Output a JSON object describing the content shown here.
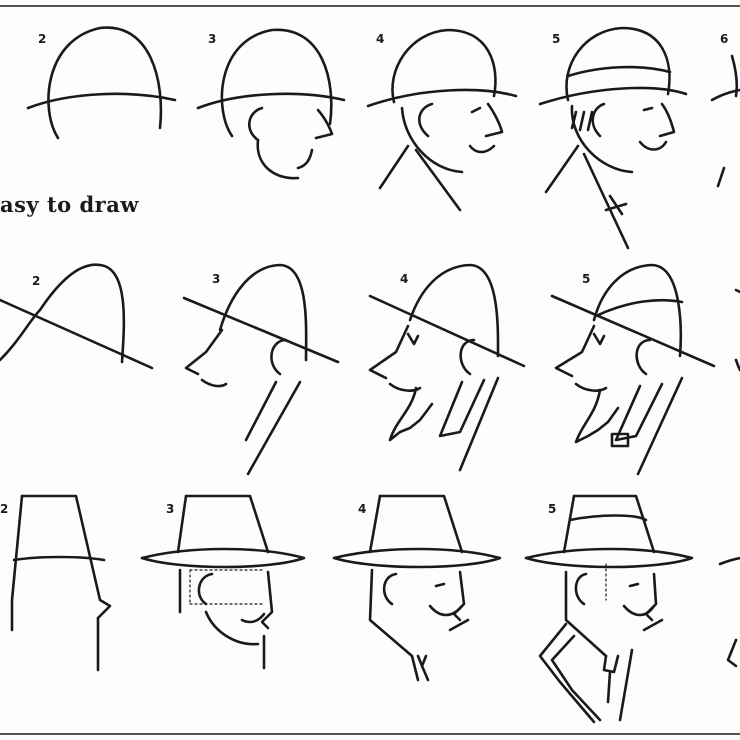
{
  "caption": "asy to draw",
  "rows": [
    {
      "steps": [
        "2",
        "3",
        "4",
        "5",
        "6"
      ]
    },
    {
      "steps": [
        "2",
        "3",
        "4",
        "5"
      ]
    },
    {
      "steps": [
        "2",
        "3",
        "4",
        "5"
      ]
    }
  ],
  "colors": {
    "ink": "#1a1a1a",
    "paper": "#fdfdfc"
  }
}
